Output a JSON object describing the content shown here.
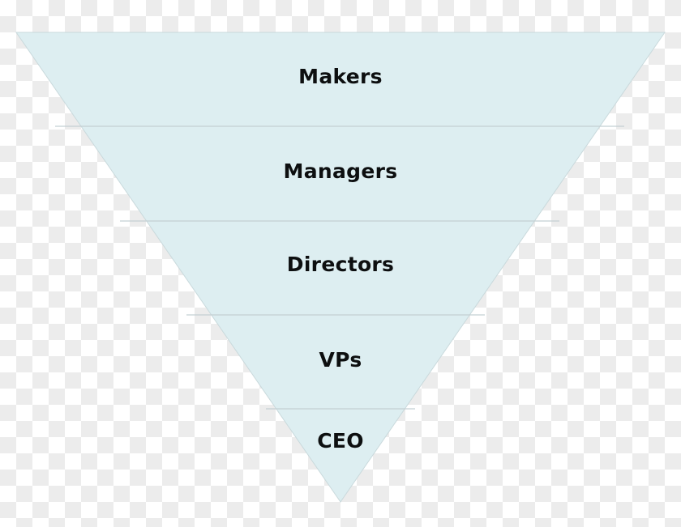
{
  "diagram": {
    "type": "inverted-pyramid",
    "fill_color": "#ddeef1",
    "edge_color": "#c9d9dc",
    "divider_color": "#c4d0d3",
    "levels": [
      {
        "label": "Makers"
      },
      {
        "label": "Managers"
      },
      {
        "label": "Directors"
      },
      {
        "label": "VPs"
      },
      {
        "label": "CEO"
      }
    ]
  }
}
